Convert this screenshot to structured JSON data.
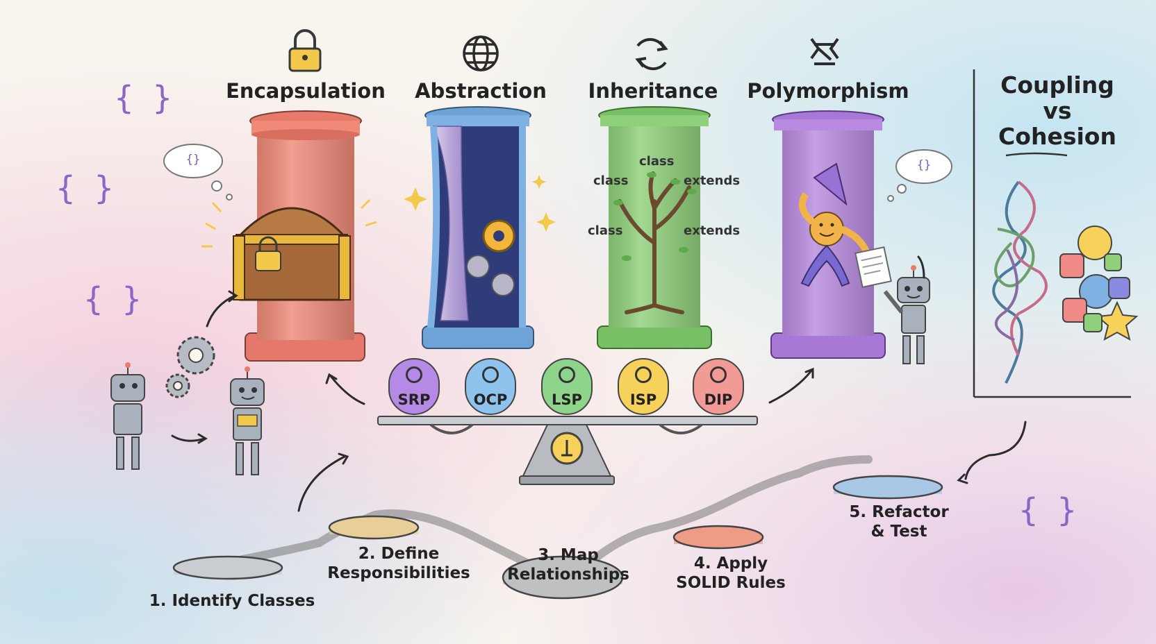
{
  "pillars": [
    {
      "title": "Encapsulation",
      "color": "#ef8a78",
      "icon": "padlock-icon"
    },
    {
      "title": "Abstraction",
      "color": "#7fb2e2",
      "icon": "globe-icon"
    },
    {
      "title": "Inheritance",
      "color": "#8fd07a",
      "icon": "refresh-arrows-icon"
    },
    {
      "title": "Polymorphism",
      "color": "#b98be0",
      "icon": "morph-shape-icon"
    }
  ],
  "inheritance_tree": {
    "labels": [
      "class",
      "class",
      "extends",
      "class",
      "extends"
    ]
  },
  "solid_principles": [
    {
      "label": "SRP",
      "color": "#b58ae6"
    },
    {
      "label": "OCP",
      "color": "#8ec3ee"
    },
    {
      "label": "LSP",
      "color": "#8ed48a"
    },
    {
      "label": "ISP",
      "color": "#f6d25a"
    },
    {
      "label": "DIP",
      "color": "#f29a96"
    }
  ],
  "coupling_panel": {
    "title_lines": [
      "Coupling",
      "vs",
      "Cohesion"
    ]
  },
  "steps": [
    {
      "lines": [
        "1. Identify Classes"
      ],
      "color": "#c9ccd0"
    },
    {
      "lines": [
        "2. Define",
        "Responsibilities"
      ],
      "color": "#e8cf99"
    },
    {
      "lines": [
        "3. Map",
        "Relationships"
      ],
      "color": "#bfc0c2"
    },
    {
      "lines": [
        "4. Apply",
        "SOLID Rules"
      ],
      "color": "#ee9c86"
    },
    {
      "lines": [
        "5. Refactor",
        "& Test"
      ],
      "color": "#a9c8e6"
    }
  ],
  "decor": {
    "brace": "{ }",
    "cloud_brace": "{}"
  }
}
